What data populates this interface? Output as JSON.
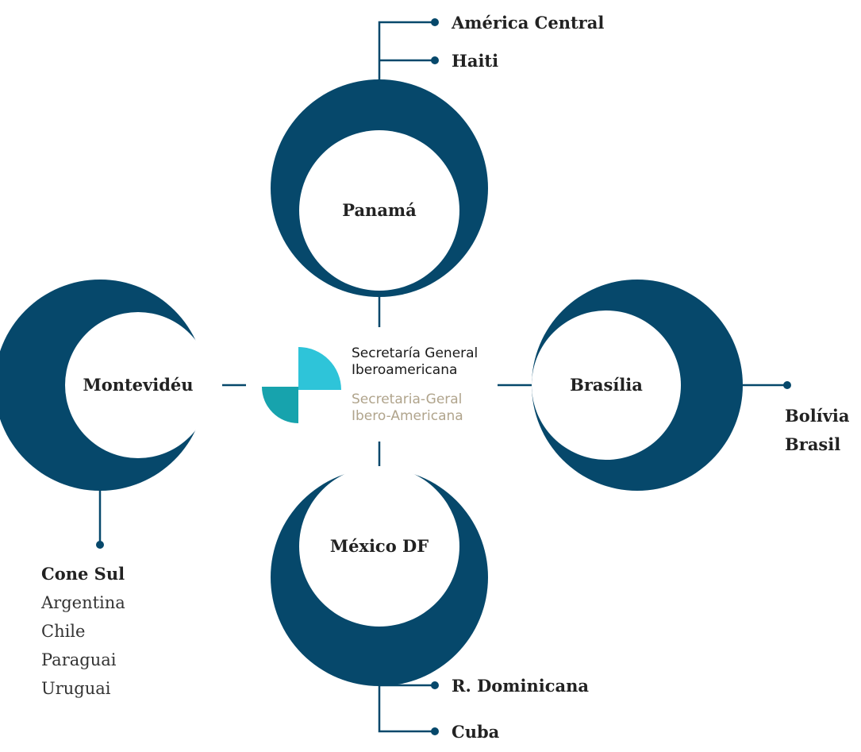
{
  "colors": {
    "navy": "#06486b",
    "line": "#06486b",
    "logo_cyan": "#2ec4d9",
    "logo_teal": "#17a3ad",
    "logo_text_dark": "#1a1a1a",
    "logo_text_light": "#b0a48c"
  },
  "center": {
    "logo": {
      "line1": "Secretaría General",
      "line2": "Iberoamericana",
      "line3": "Secretaria-Geral",
      "line4": "Ibero-Americana"
    }
  },
  "nodes": {
    "panama": {
      "label": "Panamá"
    },
    "montevideu": {
      "label": "Montevidéu"
    },
    "brasilia": {
      "label": "Brasília"
    },
    "mexico": {
      "label": "México DF"
    }
  },
  "branches": {
    "panama": {
      "items": [
        "América Central",
        "Haiti"
      ]
    },
    "montevideu": {
      "title": "Cone Sul",
      "items": [
        "Argentina",
        "Chile",
        "Paraguai",
        "Uruguai"
      ]
    },
    "brasilia": {
      "items": [
        "Bolívia",
        "Brasil"
      ]
    },
    "mexico": {
      "items": [
        "R. Dominicana",
        "Cuba"
      ]
    }
  }
}
